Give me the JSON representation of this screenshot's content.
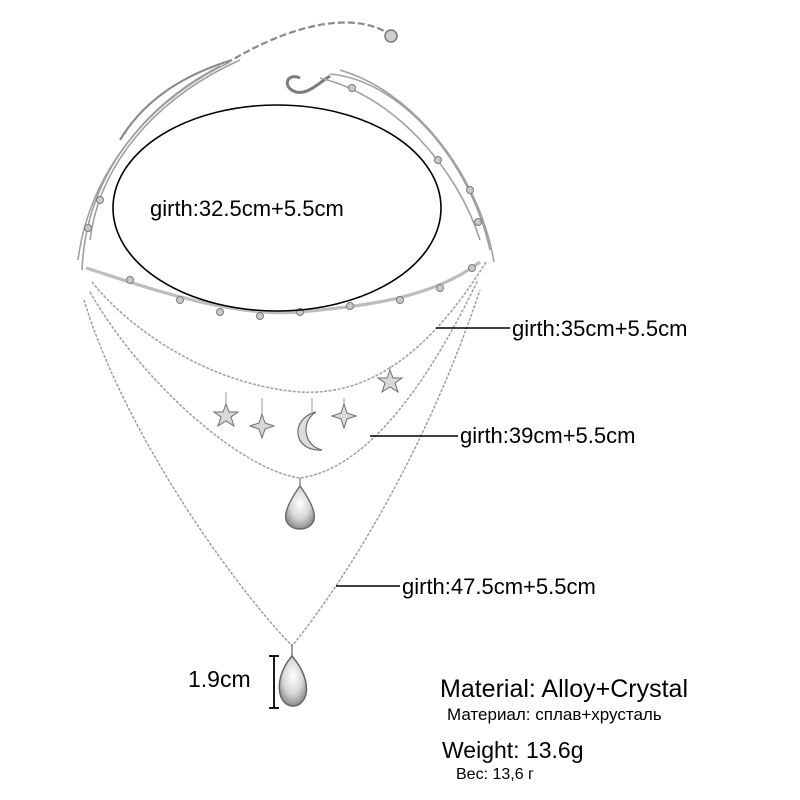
{
  "labels": {
    "girth_1": "girth:32.5cm+5.5cm",
    "girth_2": "girth:35cm+5.5cm",
    "girth_3": "girth:39cm+5.5cm",
    "girth_4": "girth:47.5cm+5.5cm",
    "pendant_size": "1.9cm"
  },
  "specs": {
    "material_en": "Material: Alloy+Crystal",
    "material_ru": "Материал: сплав+хрусталь",
    "weight_en": "Weight: 13.6g",
    "weight_ru": "Вес: 13,6 г"
  },
  "colors": {
    "background": "#ffffff",
    "chain": "#9c9c9c",
    "chain_dark": "#6f6f6f",
    "annotation": "#000000"
  }
}
